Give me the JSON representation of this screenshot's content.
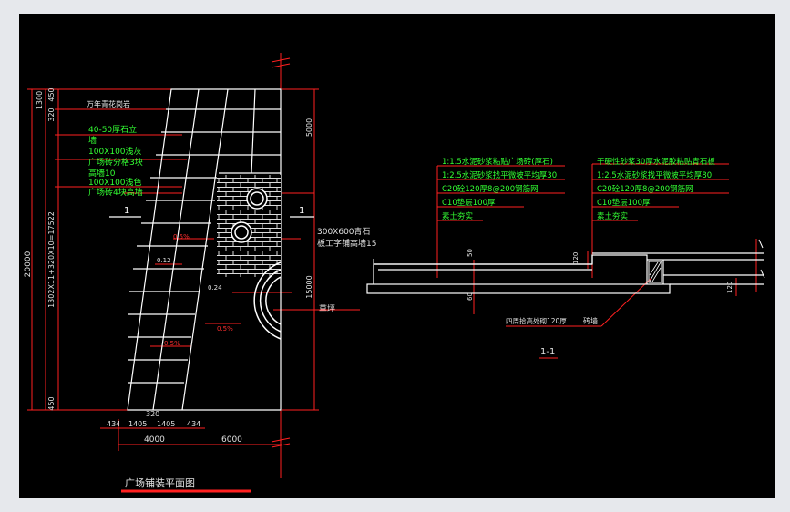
{
  "plan": {
    "title": "广场铺装平面图",
    "labels": {
      "stone_paving": "万年青花岗岩",
      "stone_col": "40-50厚石立",
      "stone_col2": "墙",
      "slab_100": "100X100浅灰",
      "brick_3": "广场砖分格3块",
      "height_10": "高墙10",
      "slab_100b": "100X100浅色",
      "brick_4": "广场砖4块高墙",
      "curb_size": "300X600青石",
      "curb_note": "板工字铺高墙15",
      "grass": "草坪",
      "section_mark_left": "1",
      "section_mark_right": "1"
    },
    "slopes": [
      "0.5%",
      "0.12",
      "0.24",
      "0.5%",
      "0.5%"
    ],
    "dims_left": {
      "total": "20000",
      "top_a": "1300",
      "top_b": "450",
      "top_c": "320",
      "mid": "1302X11+320X10=17522",
      "bottom": "450"
    },
    "dims_right": {
      "upper": "5000",
      "lower": "15000"
    },
    "dims_bottom": {
      "d1": "434",
      "d2": "1405",
      "d3": "1405",
      "d4": "434",
      "d5": "320",
      "w1": "4000",
      "w2": "6000"
    }
  },
  "section": {
    "title": "1-1",
    "left_notes": [
      "1:1.5水泥砂浆粘贴广场砖(厚石)",
      "1:2.5水泥砂浆找平微坡平均厚30",
      "C20砼120厚8@200钢筋网",
      "C10垫层100厚",
      "素土夯实"
    ],
    "right_notes": [
      "干硬性砂浆30厚水泥胶粘贴青石板",
      "1:2.5水泥砂浆找平微坡平均厚80",
      "C20砼120厚8@200钢筋网",
      "C10垫层100厚",
      "素土夯实"
    ],
    "bottom_note": "四周拾高处砌120厚",
    "bottom_note2": "砖墙",
    "dims": {
      "h1": "50",
      "h2": "120",
      "h3": "60",
      "h4": "120"
    }
  },
  "colors": {
    "bg": "#000000",
    "line_white": "#ffffff",
    "line_red": "#ff2020",
    "text_green": "#33ff33",
    "text_yellow": "#ffff40",
    "text_white": "#e0e0e0"
  }
}
